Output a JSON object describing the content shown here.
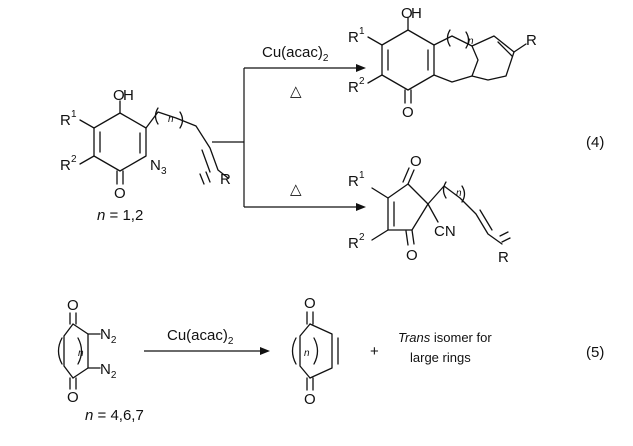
{
  "equation_4": {
    "number": "(4)",
    "reactant": {
      "hydroxy": "O",
      "hydroxy_h": "H",
      "r1": "R",
      "r1_sup": "1",
      "r2": "R",
      "r2_sup": "2",
      "carbonyl_o": "O",
      "azide": "N",
      "azide_sub": "3",
      "chain_n": "n",
      "alkene_r": "R",
      "n_condition_var": "n",
      "n_condition_val": " = 1,2"
    },
    "upper_reaction": {
      "reagent": "Cu(acac)",
      "reagent_sub": "2",
      "heat_symbol": "△"
    },
    "upper_product": {
      "hydroxy": "O",
      "hydroxy_h": "H",
      "r1": "R",
      "r1_sup": "1",
      "r2": "R",
      "r2_sup": "2",
      "carbonyl_o": "O",
      "chain_n": "n",
      "r": "R"
    },
    "lower_reaction": {
      "heat_symbol": "△"
    },
    "lower_product": {
      "r1": "R",
      "r1_sup": "1",
      "r2": "R",
      "r2_sup": "2",
      "ketone_o_top": "O",
      "ketone_o_bottom": "O",
      "nitrile": "CN",
      "chain_n": "n",
      "r": "R"
    }
  },
  "equation_5": {
    "number": "(5)",
    "reactant": {
      "o_top": "O",
      "o_bottom": "O",
      "n2_top": "N",
      "n2_top_sub": "2",
      "n2_bottom": "N",
      "n2_bottom_sub": "2",
      "chain_n": "n",
      "n_condition_var": "n",
      "n_condition_val": " = 4,6,7"
    },
    "reagent": "Cu(acac)",
    "reagent_sub": "2",
    "product": {
      "o_top": "O",
      "o_bottom": "O",
      "chain_n": "n"
    },
    "plus": "+",
    "note_italic": "Trans",
    "note_line1_rest": " isomer for",
    "note_line2": "large rings"
  }
}
